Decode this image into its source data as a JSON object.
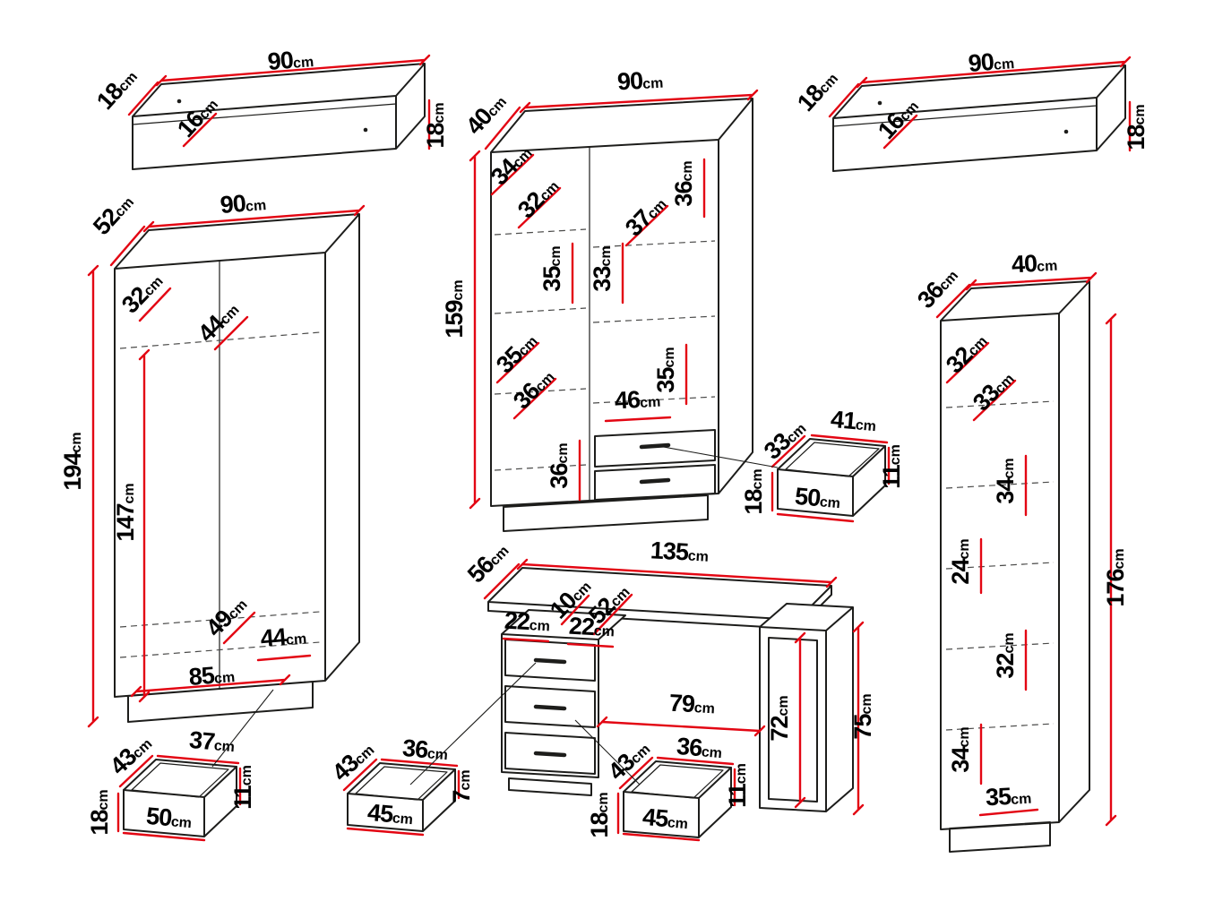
{
  "unit": "cm",
  "pieces": {
    "shelf_left": {
      "width": "90",
      "depth": "18",
      "inner_depth": "16",
      "height": "18"
    },
    "shelf_right": {
      "width": "90",
      "depth": "18",
      "inner_depth": "16",
      "height": "18"
    },
    "wardrobe": {
      "width": "90",
      "depth": "52",
      "height": "194",
      "top_section": "32",
      "shelf_depth": "44",
      "hanging_height": "147",
      "drawer_depth": "49",
      "drawer_width_b": "44",
      "inner_width": "85"
    },
    "cabinet": {
      "width": "90",
      "depth": "40",
      "height": "159",
      "s1": "34",
      "s2": "32",
      "s3": "36",
      "s4": "37",
      "s5": "35",
      "s6": "33",
      "s7": "35",
      "s8": "35",
      "s9": "36",
      "s10": "46",
      "s11": "36"
    },
    "bookcase": {
      "depth": "36",
      "width": "40",
      "height": "176",
      "s1": "32",
      "s2": "33",
      "s3": "34",
      "s4": "24",
      "s5": "32",
      "s6": "34",
      "s7": "35"
    },
    "drawer_cabinet": {
      "depth": "33",
      "width": "41",
      "front_height": "18",
      "bottom_width": "50",
      "inner_height": "11"
    },
    "desk": {
      "depth": "56",
      "width": "135",
      "front_height": "10",
      "offset_left": "22",
      "unit_width": "52",
      "offset_right": "22",
      "clearance_width": "79",
      "clearance_height": "72",
      "height": "75"
    },
    "drawer_wardrobe": {
      "width": "37",
      "depth": "43",
      "front_height": "18",
      "bottom_width": "50",
      "inner_height": "11"
    },
    "drawer_desk": {
      "depth": "43",
      "width": "36",
      "bottom_width": "45",
      "inner_height": "7"
    },
    "drawer_b": {
      "depth": "43",
      "width": "36",
      "front_height": "18",
      "bottom_width": "45",
      "inner_height": "11"
    }
  }
}
